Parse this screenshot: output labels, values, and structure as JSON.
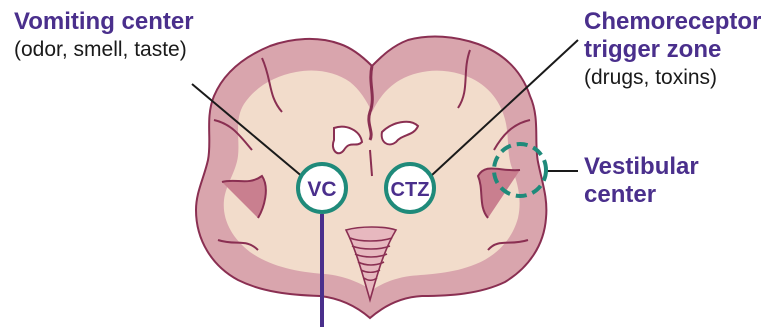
{
  "labels": {
    "vomiting_center": {
      "title": "Vomiting center",
      "subtitle": "(odor, smell, taste)"
    },
    "ctz": {
      "title_line1": "Chemoreceptor",
      "title_line2": "trigger zone",
      "subtitle": "(drugs, toxins)"
    },
    "vestibular": {
      "title_line1": "Vestibular",
      "title_line2": "center"
    }
  },
  "markers": {
    "vc": "VC",
    "ctz": "CTZ"
  },
  "colors": {
    "brain_outer": "#d9a5ad",
    "brain_inner": "#f2dccb",
    "brain_outline": "#8a2f52",
    "marker_ring": "#1f8a7a",
    "label_purple": "#4a2f8c",
    "connector": "#1a1a1a"
  }
}
